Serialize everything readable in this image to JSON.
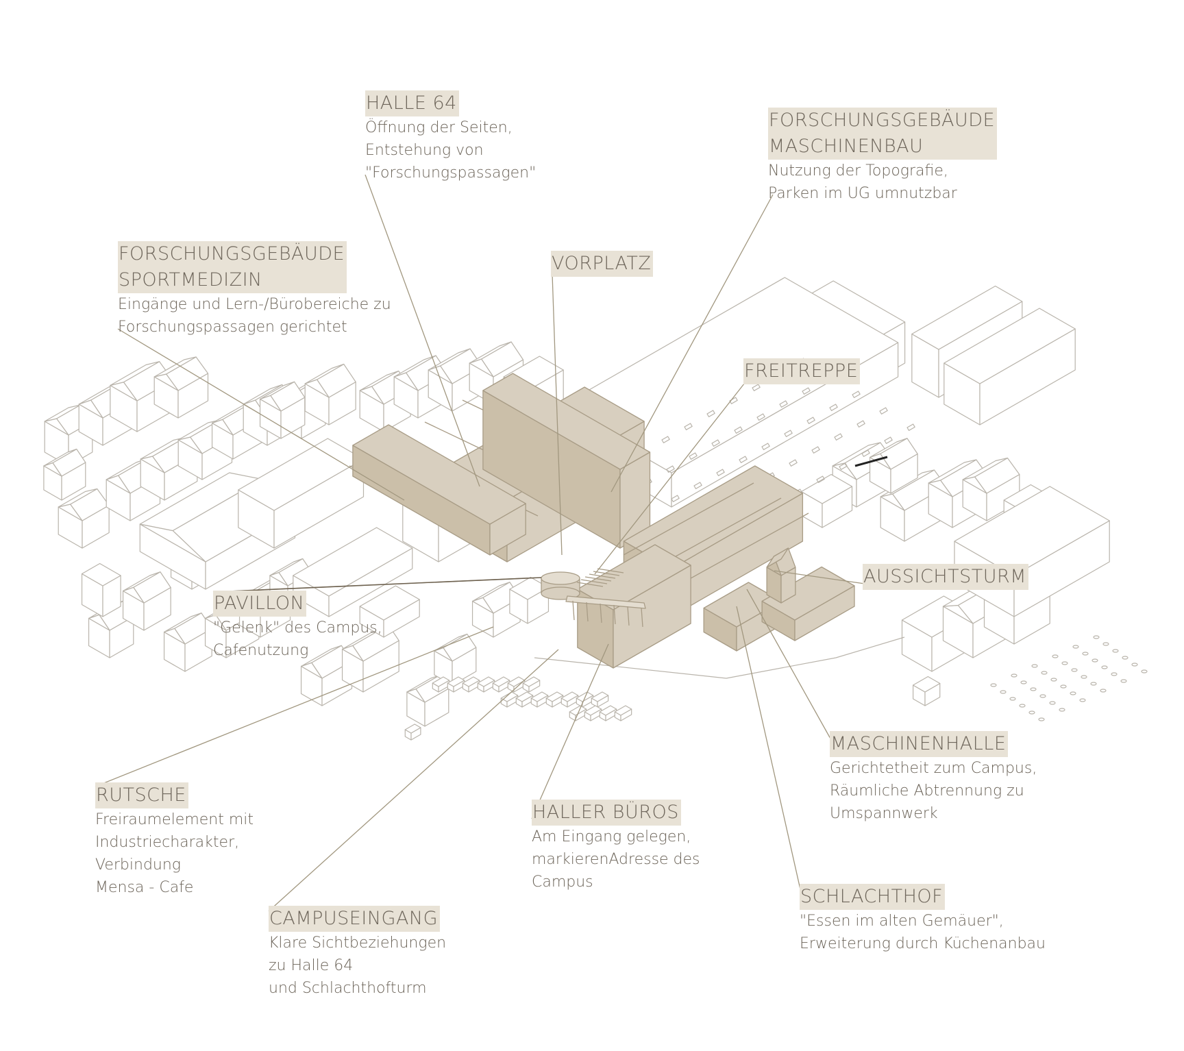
{
  "colors": {
    "building_fill": "#d8cfbf",
    "building_fill_dark": "#cbbfa9",
    "building_stroke": "#a89c86",
    "context_stroke": "#b9b4ab",
    "leader_line": "#a1977f",
    "label_bg": "#e8e2d6"
  },
  "labels": [
    {
      "id": "halle64",
      "title_lines": [
        "HALLE 64"
      ],
      "desc_lines": [
        "Öffnung der Seiten,",
        "Entstehung von",
        "\"Forschungspassagen\""
      ]
    },
    {
      "id": "forschung-maschinenbau",
      "title_lines": [
        "FORSCHUNGSGEBÄUDE",
        "MASCHINENBAU"
      ],
      "desc_lines": [
        "Nutzung der Topografie,",
        "Parken im UG umnutzbar"
      ]
    },
    {
      "id": "forschung-sportmedizin",
      "title_lines": [
        "FORSCHUNGSGEBÄUDE",
        "SPORTMEDIZIN"
      ],
      "desc_lines": [
        "Eingänge und Lern-/Bürobereiche zu",
        "Forschungspassagen gerichtet"
      ]
    },
    {
      "id": "vorplatz",
      "title_lines": [
        "VORPLATZ"
      ],
      "desc_lines": []
    },
    {
      "id": "freitreppe",
      "title_lines": [
        "FREITREPPE"
      ],
      "desc_lines": []
    },
    {
      "id": "aussichtsturm",
      "title_lines": [
        "AUSSICHTSTURM"
      ],
      "desc_lines": []
    },
    {
      "id": "pavillon",
      "title_lines": [
        "PAVILLON"
      ],
      "desc_lines": [
        "\"Gelenk\" des Campus,",
        "Cafenutzung"
      ]
    },
    {
      "id": "maschinenhalle",
      "title_lines": [
        "MASCHINENHALLE"
      ],
      "desc_lines": [
        "Gerichtetheit zum Campus,",
        "Räumliche Abtrennung zu",
        "Umspannwerk"
      ]
    },
    {
      "id": "rutsche",
      "title_lines": [
        "RUTSCHE"
      ],
      "desc_lines": [
        "Freiraumelement mit",
        "Industriecharakter,",
        "Verbindung",
        "Mensa - Cafe"
      ]
    },
    {
      "id": "haller-bueros",
      "title_lines": [
        "HALLER BÜROS"
      ],
      "desc_lines": [
        "Am Eingang gelegen,",
        "markierenAdresse des",
        "Campus"
      ]
    },
    {
      "id": "schlachthof",
      "title_lines": [
        "SCHLACHTHOF"
      ],
      "desc_lines": [
        "\"Essen im alten Gemäuer\",",
        "Erweiterung durch Küchenanbau"
      ]
    },
    {
      "id": "campuseingang",
      "title_lines": [
        "CAMPUSEINGANG"
      ],
      "desc_lines": [
        "Klare Sichtbeziehungen",
        "zu Halle 64",
        "und Schlachthofturm"
      ]
    }
  ]
}
